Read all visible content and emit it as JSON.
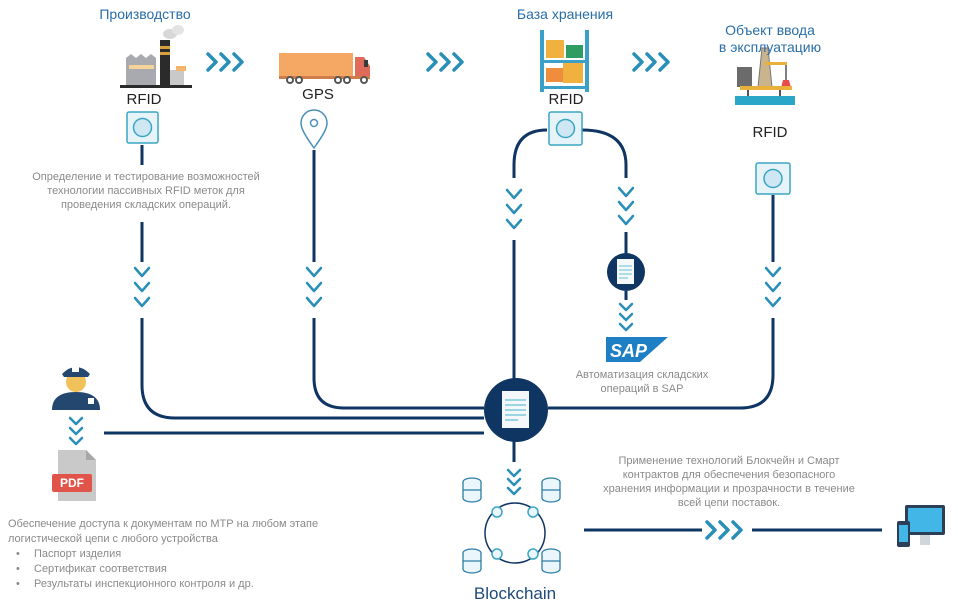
{
  "stages": [
    {
      "title": "Производство",
      "tech": "RFID",
      "icon": "factory-icon"
    },
    {
      "title": "",
      "tech": "GPS",
      "icon": "truck-icon"
    },
    {
      "title": "База хранения",
      "tech": "RFID",
      "icon": "warehouse-shelf-icon"
    },
    {
      "title_line1": "Объект ввода",
      "title_line2": "в эксплуатацию",
      "tech": "RFID",
      "icon": "oil-platform-icon"
    }
  ],
  "descriptions": {
    "rfid_testing": {
      "line1": "Определение и тестирование возможностей",
      "line2": "технологии пассивных RFID меток для",
      "line3": "проведения складских операций."
    },
    "sap": {
      "logo": "SAP",
      "line1": "Автоматизация складских",
      "line2": "операций в SAP"
    },
    "blockchain": {
      "line1": "Применение технологий Блокчейн и Смарт",
      "line2": "контрактов для обеспечения безопасного",
      "line3": "хранения информации и прозрачности в течение",
      "line4": "всей цепи поставок."
    },
    "documents": {
      "line1": "Обеспечение доступа к документам по МТР на любом этапе",
      "line2": "логистической цепи с любого устройства",
      "items": [
        "Паспорт изделия",
        "Сертификат соответствия",
        "Результаты инспекционного контроля и др."
      ]
    }
  },
  "pdf_label": "PDF",
  "blockchain_label": "Blockchain",
  "colors": {
    "line": "#0f3563",
    "chevron": "#2a8fb8",
    "title": "#2a6ea8",
    "desc": "#8a8a8a",
    "sap": "#1f7fc4",
    "pdf": "#e0544a",
    "truck": "#f2a25f"
  }
}
